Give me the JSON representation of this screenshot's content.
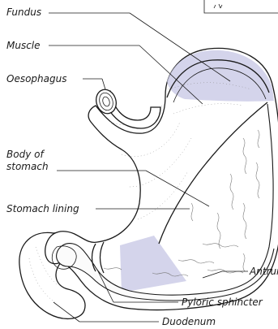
{
  "labels": {
    "fundus": "Fundus",
    "muscle": "Muscle",
    "oesophagus": "Oesophagus",
    "body_line1": "Body of",
    "body_line2": "stomach",
    "lining": "Stomach lining",
    "antrum": "Antrum",
    "pyloric_sphincter": "Pyloric sphincter",
    "duodenum": "Duodenum"
  },
  "colors": {
    "shade": "#c9c9e6",
    "ink": "#1a1a1a"
  }
}
